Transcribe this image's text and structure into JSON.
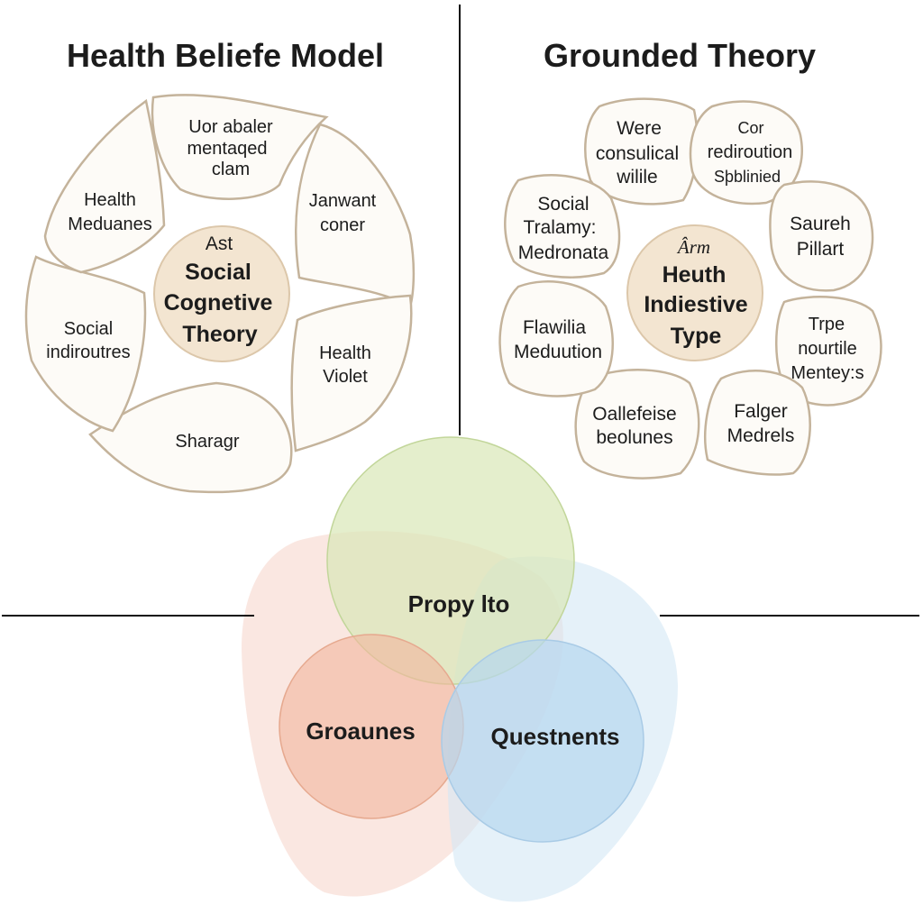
{
  "left": {
    "title": "Health Beliefe Model",
    "hub": [
      "Ast",
      "Social",
      "Cognetive",
      "Theory"
    ],
    "petals": [
      [
        "Uor abaler",
        "mentaqed",
        "clam"
      ],
      [
        "Janwant",
        "coner"
      ],
      [
        "Health",
        "Violet"
      ],
      [
        "Sharagr"
      ],
      [
        "Social",
        "indiroutres"
      ],
      [
        "Health",
        "Meduanes"
      ]
    ]
  },
  "right": {
    "title": "Grounded Theory",
    "hub": [
      "Ârm",
      "Heuth",
      "Indiestive",
      "Type"
    ],
    "petals": [
      [
        "Were",
        "consulical",
        "wilile"
      ],
      [
        "Cor",
        "rediroution",
        "Sþblinied"
      ],
      [
        "Saureh",
        "Pillart"
      ],
      [
        "Trpe",
        "nourtile",
        "Mentey:s"
      ],
      [
        "Falger",
        "Medrels"
      ],
      [
        "Oallefeise",
        "beolunes"
      ],
      [
        "Flawilia",
        "Meduution"
      ],
      [
        "Social",
        "Tralamy:",
        "Medronata"
      ]
    ]
  },
  "venn": {
    "top": "Propy lto",
    "left": "Groaunes",
    "right": "Questnents"
  },
  "colors": {
    "petal_fill": "#fdfbf7",
    "petal_stroke": "#c4b39b",
    "hub_fill": "#f3e5d1",
    "hub_stroke": "#dcc7aa",
    "venn_green": "#d9e8b8",
    "venn_peach": "#f2b69e",
    "venn_blue": "#b7d7ef",
    "divider": "#111111"
  }
}
